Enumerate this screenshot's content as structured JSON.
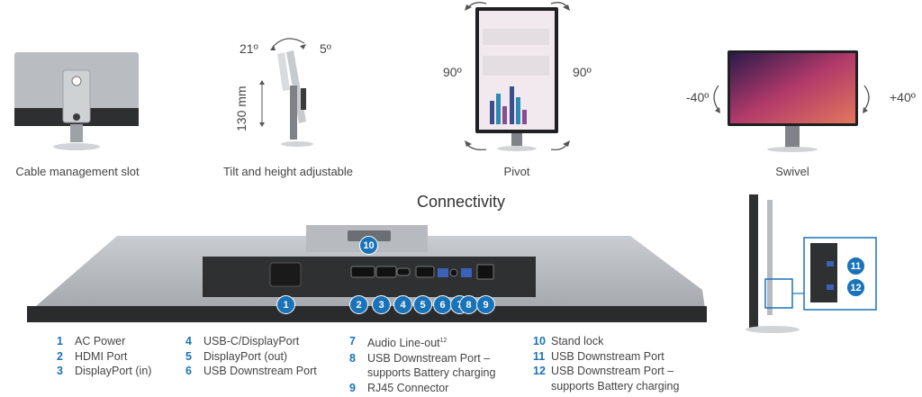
{
  "features": {
    "cable": "Cable management slot",
    "tilt": "Tilt and height adjustable",
    "pivot": "Pivot",
    "swivel": "Swivel"
  },
  "angles": {
    "tilt_back": "21º",
    "tilt_forward": "5º",
    "height": "130 mm",
    "pivot_left": "90º",
    "pivot_right": "90º",
    "swivel_left": "-40º",
    "swivel_right": "+40º"
  },
  "section_title": "Connectivity",
  "ports": [
    {
      "num": "1",
      "label": "AC Power"
    },
    {
      "num": "2",
      "label": "HDMI Port"
    },
    {
      "num": "3",
      "label": "DisplayPort (in)"
    },
    {
      "num": "4",
      "label": "USB-C/DisplayPort"
    },
    {
      "num": "5",
      "label": "DisplayPort (out)"
    },
    {
      "num": "6",
      "label": "USB Downstream Port"
    },
    {
      "num": "7",
      "label": "Audio Line-out",
      "sup": "12"
    },
    {
      "num": "8",
      "label": "USB Downstream Port –"
    },
    {
      "num": "",
      "label": "supports Battery charging"
    },
    {
      "num": "9",
      "label": "RJ45 Connector"
    },
    {
      "num": "10",
      "label": "Stand lock"
    },
    {
      "num": "11",
      "label": "USB Downstream Port"
    },
    {
      "num": "12",
      "label": "USB Downstream Port –"
    },
    {
      "num": "",
      "label": "supports Battery charging"
    }
  ],
  "colors": {
    "accent": "#1a73b8"
  }
}
